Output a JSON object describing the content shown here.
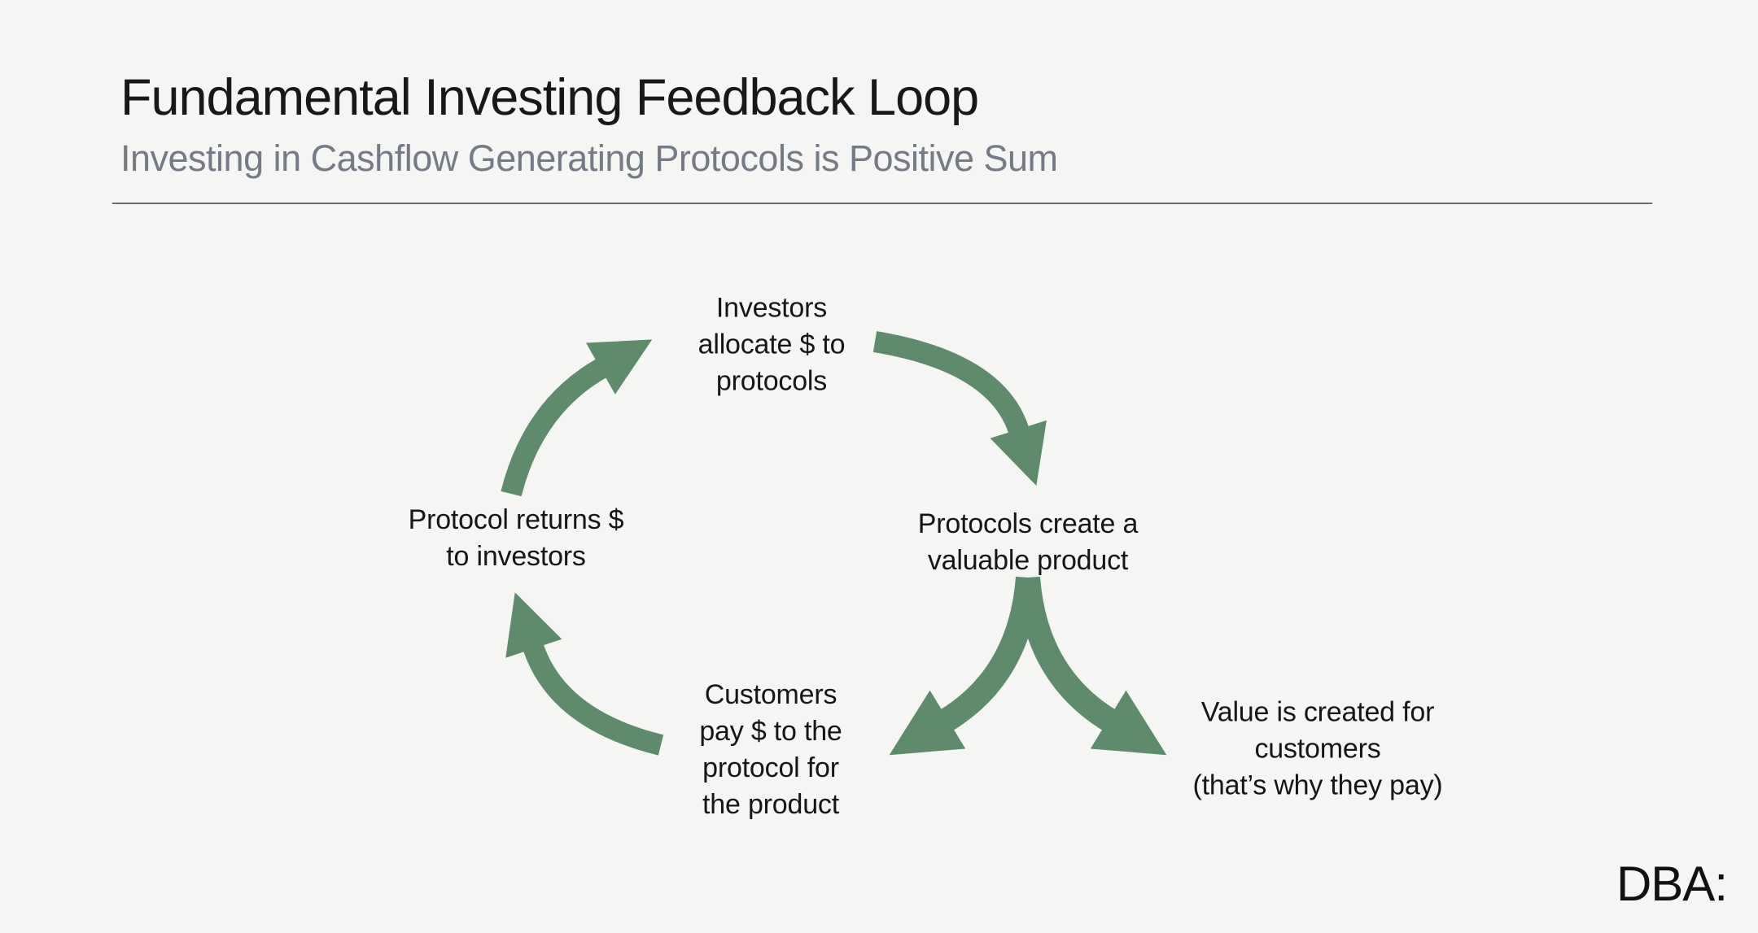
{
  "colors": {
    "background": "#f5f5f3",
    "title": "#17181a",
    "subtitle": "#757b85",
    "divider": "#6a6a6a",
    "node_text": "#161616",
    "arrow_green": "#5d8b6b",
    "logo": "#111111"
  },
  "header": {
    "title": "Fundamental Investing Feedback Loop",
    "subtitle": "Investing in Cashflow Generating Protocols is Positive Sum"
  },
  "diagram": {
    "type": "cycle-diagram",
    "nodes": {
      "investors": {
        "lines": [
          "Investors",
          "allocate $ to",
          "protocols"
        ]
      },
      "protocols": {
        "lines": [
          "Protocols create a",
          "valuable product"
        ]
      },
      "customers": {
        "lines": [
          "Customers",
          "pay $ to the",
          "protocol for",
          "the product"
        ]
      },
      "returns": {
        "lines": [
          "Protocol returns $",
          "to investors"
        ]
      },
      "value": {
        "lines": [
          "Value is created for",
          "customers",
          "(that’s why they pay)"
        ]
      }
    },
    "arrows": [
      {
        "name": "arrow-investors-to-protocols",
        "from": "investors",
        "to": "protocols"
      },
      {
        "name": "arrow-protocols-to-customers",
        "from": "protocols",
        "to": "customers"
      },
      {
        "name": "arrow-protocols-to-value",
        "from": "protocols",
        "to": "value"
      },
      {
        "name": "arrow-customers-to-returns",
        "from": "customers",
        "to": "returns"
      },
      {
        "name": "arrow-returns-to-investors",
        "from": "returns",
        "to": "investors"
      }
    ]
  },
  "branding": {
    "logo": "DBA:"
  }
}
